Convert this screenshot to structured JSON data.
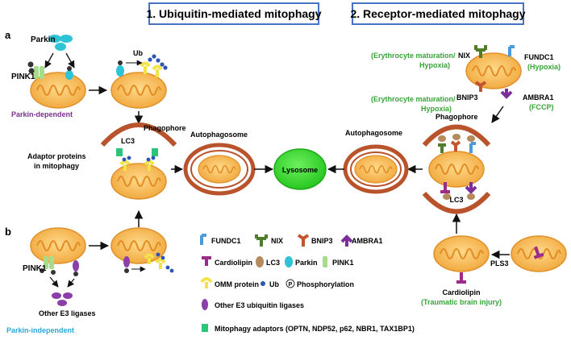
{
  "panel_a": {
    "letter": "a",
    "title": "1. Ubiquitin-mediated mitophagy",
    "parkin": "Parkin",
    "pink1": "PINK1",
    "ub": "Ub",
    "parkin_dependent": "Parkin-dependent",
    "phagophore": "Phagophore",
    "lc3": "LC3",
    "adaptor_line1": "Adaptor proteins",
    "adaptor_line2": "in mitophagy",
    "autophagosome": "Autophagosome",
    "lysosome": "Lysosome"
  },
  "panel_b": {
    "letter": "b",
    "pink1": "PINK1",
    "other_e3": "Other E3 ligases",
    "parkin_independent": "Parkin-independent"
  },
  "panel_2": {
    "title": "2. Receptor-mediated mitophagy",
    "erythro_nix_1": "(Erythrocyte maturation/",
    "nix": "NIX",
    "erythro_nix_2": "Hypoxia)",
    "fundc1": "FUNDC1",
    "fundc1_cond": "(Hypoxia)",
    "erythro_bnip3_1": "(Erythrocyte maturation/",
    "bnip3": "BNIP3",
    "erythro_bnip3_2": "Hypoxia)",
    "ambra1": "AMBRA1",
    "ambra1_cond": "(FCCP)",
    "phagophore": "Phagophore",
    "autophagosome": "Autophagosome",
    "lc3": "LC3",
    "pls3": "PLS3",
    "cardiolipin": "Cardiolipin",
    "cardiolipin_cond": "(Traumatic brain injury)"
  },
  "legend": {
    "fundc1": "FUNDC1",
    "nix": "NIX",
    "bnip3": "BNIP3",
    "ambra1": "AMBRA1",
    "cardiolipin": "Cardiolipin",
    "lc3": "LC3",
    "parkin": "Parkin",
    "pink1": "PINK1",
    "omm": "OMM protein",
    "ub": "Ub",
    "phospho_symbol": "P",
    "phosphorylation": "Phosphorylation",
    "other_e3": "Other E3 ubiquitin ligases",
    "adaptors": "Mitophagy adaptors (OPTN, NDP52, p62, NBR1, TAX1BP1)"
  },
  "colors": {
    "title_border": "#4a72c4",
    "green_text": "#3aa33a",
    "purple_text": "#7a2f8f",
    "cyan_text": "#2aa8d8",
    "mito_fill": "#f5b23f",
    "phagophore": "#b8532b",
    "lysosome": "#39d62f",
    "fundc1": "#4d9ad9",
    "nix": "#4f7d2a",
    "bnip3": "#c0552f",
    "ambra1": "#7b2f9b",
    "cardiolipin": "#9b2c8a",
    "lc3": "#b58a5c",
    "parkin": "#2ec3d6",
    "pink1": "#a6dc8c",
    "omm": "#f4e24a",
    "ub": "#2c55b8",
    "e3": "#8b3fa8",
    "adaptor": "#2cc47a"
  }
}
